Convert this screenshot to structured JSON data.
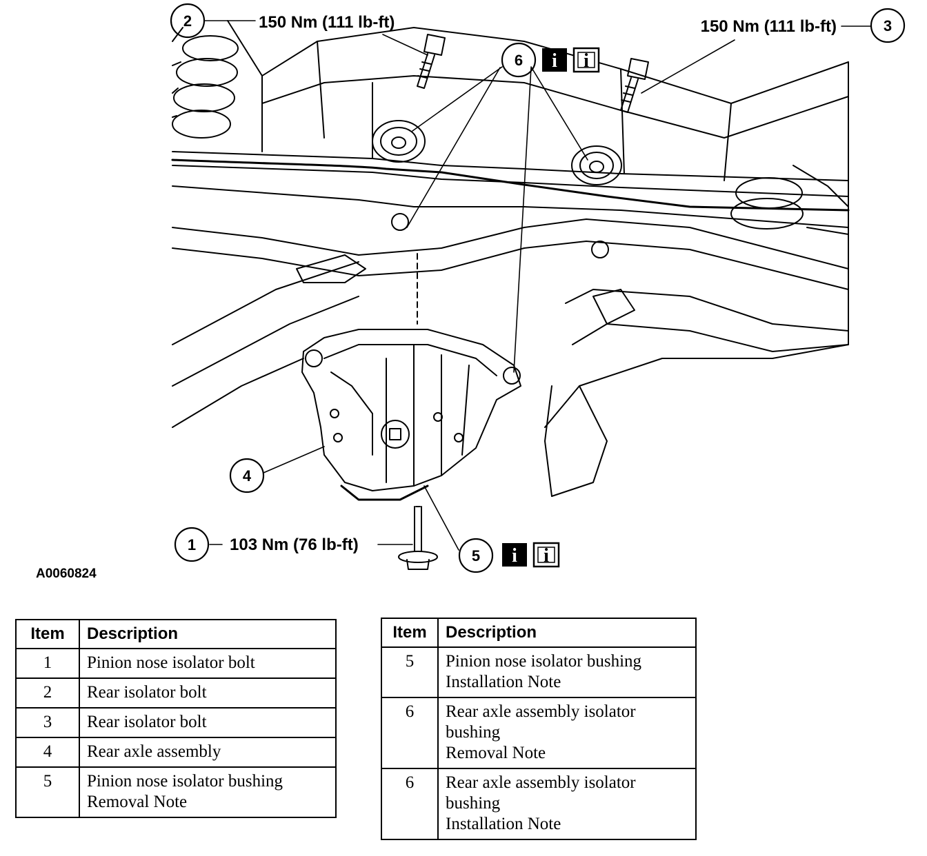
{
  "figure": {
    "id": "A0060824",
    "callouts": {
      "c1": {
        "number": "1",
        "torque": "103 Nm (76 lb-ft)"
      },
      "c2": {
        "number": "2",
        "torque": "150 Nm (111 lb-ft)"
      },
      "c3": {
        "number": "3",
        "torque": "150 Nm (111 lb-ft)"
      },
      "c4": {
        "number": "4"
      },
      "c5": {
        "number": "5"
      },
      "c6": {
        "number": "6"
      }
    },
    "info_icons": [
      "info-removal-icon",
      "info-installation-icon"
    ]
  },
  "table_left": {
    "headers": {
      "item": "Item",
      "description": "Description"
    },
    "rows": [
      {
        "item": "1",
        "lines": [
          "Pinion nose isolator bolt"
        ]
      },
      {
        "item": "2",
        "lines": [
          "Rear isolator bolt"
        ]
      },
      {
        "item": "3",
        "lines": [
          "Rear isolator bolt"
        ]
      },
      {
        "item": "4",
        "lines": [
          "Rear axle assembly"
        ]
      },
      {
        "item": "5",
        "lines": [
          "Pinion nose isolator bushing",
          "Removal Note"
        ]
      }
    ]
  },
  "table_right": {
    "headers": {
      "item": "Item",
      "description": "Description"
    },
    "rows": [
      {
        "item": "5",
        "lines": [
          "Pinion nose isolator bushing",
          "Installation Note"
        ]
      },
      {
        "item": "6",
        "lines": [
          "Rear axle assembly isolator",
          "bushing",
          "Removal Note"
        ]
      },
      {
        "item": "6",
        "lines": [
          "Rear axle assembly isolator",
          "bushing",
          "Installation Note"
        ]
      }
    ]
  }
}
